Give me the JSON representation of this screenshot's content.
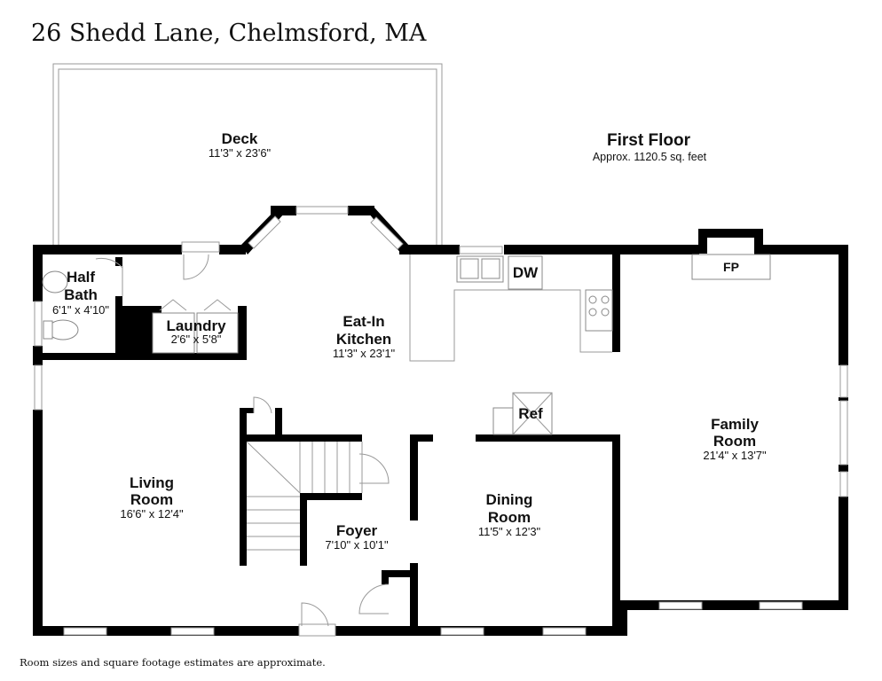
{
  "header": {
    "title": "26 Shedd Lane, Chelmsford, MA"
  },
  "floor": {
    "name": "First Floor",
    "area": "Approx. 1120.5 sq. feet"
  },
  "rooms": {
    "deck": {
      "name": "Deck",
      "dims": "11'3\" x 23'6\""
    },
    "half_bath": {
      "name_line1": "Half",
      "name_line2": "Bath",
      "dims": "6'1\" x 4'10\""
    },
    "laundry": {
      "name": "Laundry",
      "dims": "2'6\" x 5'8\""
    },
    "kitchen": {
      "name_line1": "Eat-In",
      "name_line2": "Kitchen",
      "dims": "11'3\" x 23'1\""
    },
    "living": {
      "name_line1": "Living",
      "name_line2": "Room",
      "dims": "16'6\" x 12'4\""
    },
    "foyer": {
      "name": "Foyer",
      "dims": "7'10\" x 10'1\""
    },
    "dining": {
      "name_line1": "Dining",
      "name_line2": "Room",
      "dims": "11'5\" x 12'3\""
    },
    "family": {
      "name_line1": "Family",
      "name_line2": "Room",
      "dims": "21'4\" x 13'7\""
    }
  },
  "fixtures": {
    "dishwasher": "DW",
    "fireplace": "FP",
    "refrigerator": "Ref"
  },
  "footer": {
    "note": "Room sizes and square footage estimates are approximate."
  }
}
